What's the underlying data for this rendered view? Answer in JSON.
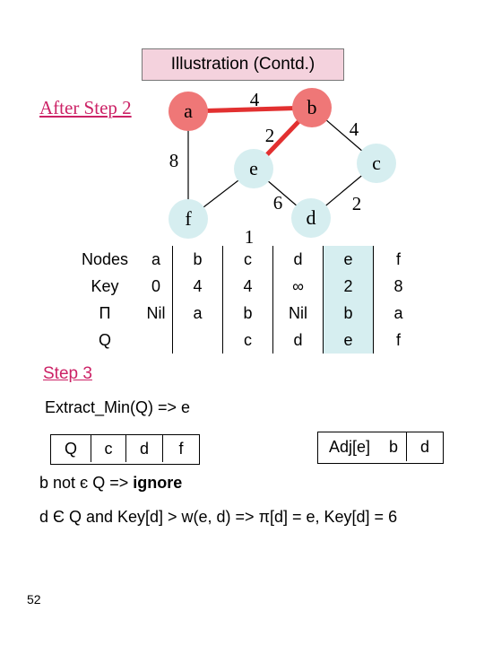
{
  "title": "Illustration (Contd.)",
  "subtitle": "After Step 2",
  "colors": {
    "title_bg": "#f4d2dd",
    "visited": "#ef7777",
    "unvisited": "#d6eef0",
    "tree_edge": "#e23030",
    "accent": "#cc2266"
  },
  "graph": {
    "nodes": [
      {
        "id": "a",
        "label": "a",
        "state": "visited"
      },
      {
        "id": "b",
        "label": "b",
        "state": "visited"
      },
      {
        "id": "c",
        "label": "c",
        "state": "unvisited"
      },
      {
        "id": "d",
        "label": "d",
        "state": "unvisited"
      },
      {
        "id": "e",
        "label": "e",
        "state": "unvisited"
      },
      {
        "id": "f",
        "label": "f",
        "state": "unvisited"
      }
    ],
    "edges": [
      {
        "from": "a",
        "to": "b",
        "weight": "4",
        "tree": true
      },
      {
        "from": "a",
        "to": "f",
        "weight": "8",
        "tree": false
      },
      {
        "from": "b",
        "to": "e",
        "weight": "2",
        "tree": true
      },
      {
        "from": "b",
        "to": "c",
        "weight": "4",
        "tree": false
      },
      {
        "from": "c",
        "to": "d",
        "weight": "2",
        "tree": false
      },
      {
        "from": "e",
        "to": "d",
        "weight": "6",
        "tree": false
      },
      {
        "from": "e",
        "to": "f",
        "weight": "1",
        "tree": false
      }
    ]
  },
  "table": {
    "header": [
      "Nodes",
      "a",
      "b",
      "c",
      "d",
      "e",
      "f"
    ],
    "key": [
      "Key",
      "0",
      "4",
      "4",
      "∞",
      "2",
      "8"
    ],
    "pi": [
      "Π",
      "Nil",
      "a",
      "b",
      "Nil",
      "b",
      "a"
    ],
    "q": [
      "Q",
      "",
      "",
      "c",
      "d",
      "e",
      "f"
    ]
  },
  "step3": {
    "heading": "Step 3",
    "extract": "Extract_Min(Q) => e",
    "queue": [
      "Q",
      "c",
      "d",
      "f"
    ],
    "adj": [
      "Adj[e]",
      "b",
      "d"
    ],
    "line1_prefix": "b not є Q => ",
    "line1_bold": "ignore",
    "line2": "d Є Q and Key[d] > w(e, d) => π[d] = e, Key[d] = 6"
  },
  "page_number": "52"
}
